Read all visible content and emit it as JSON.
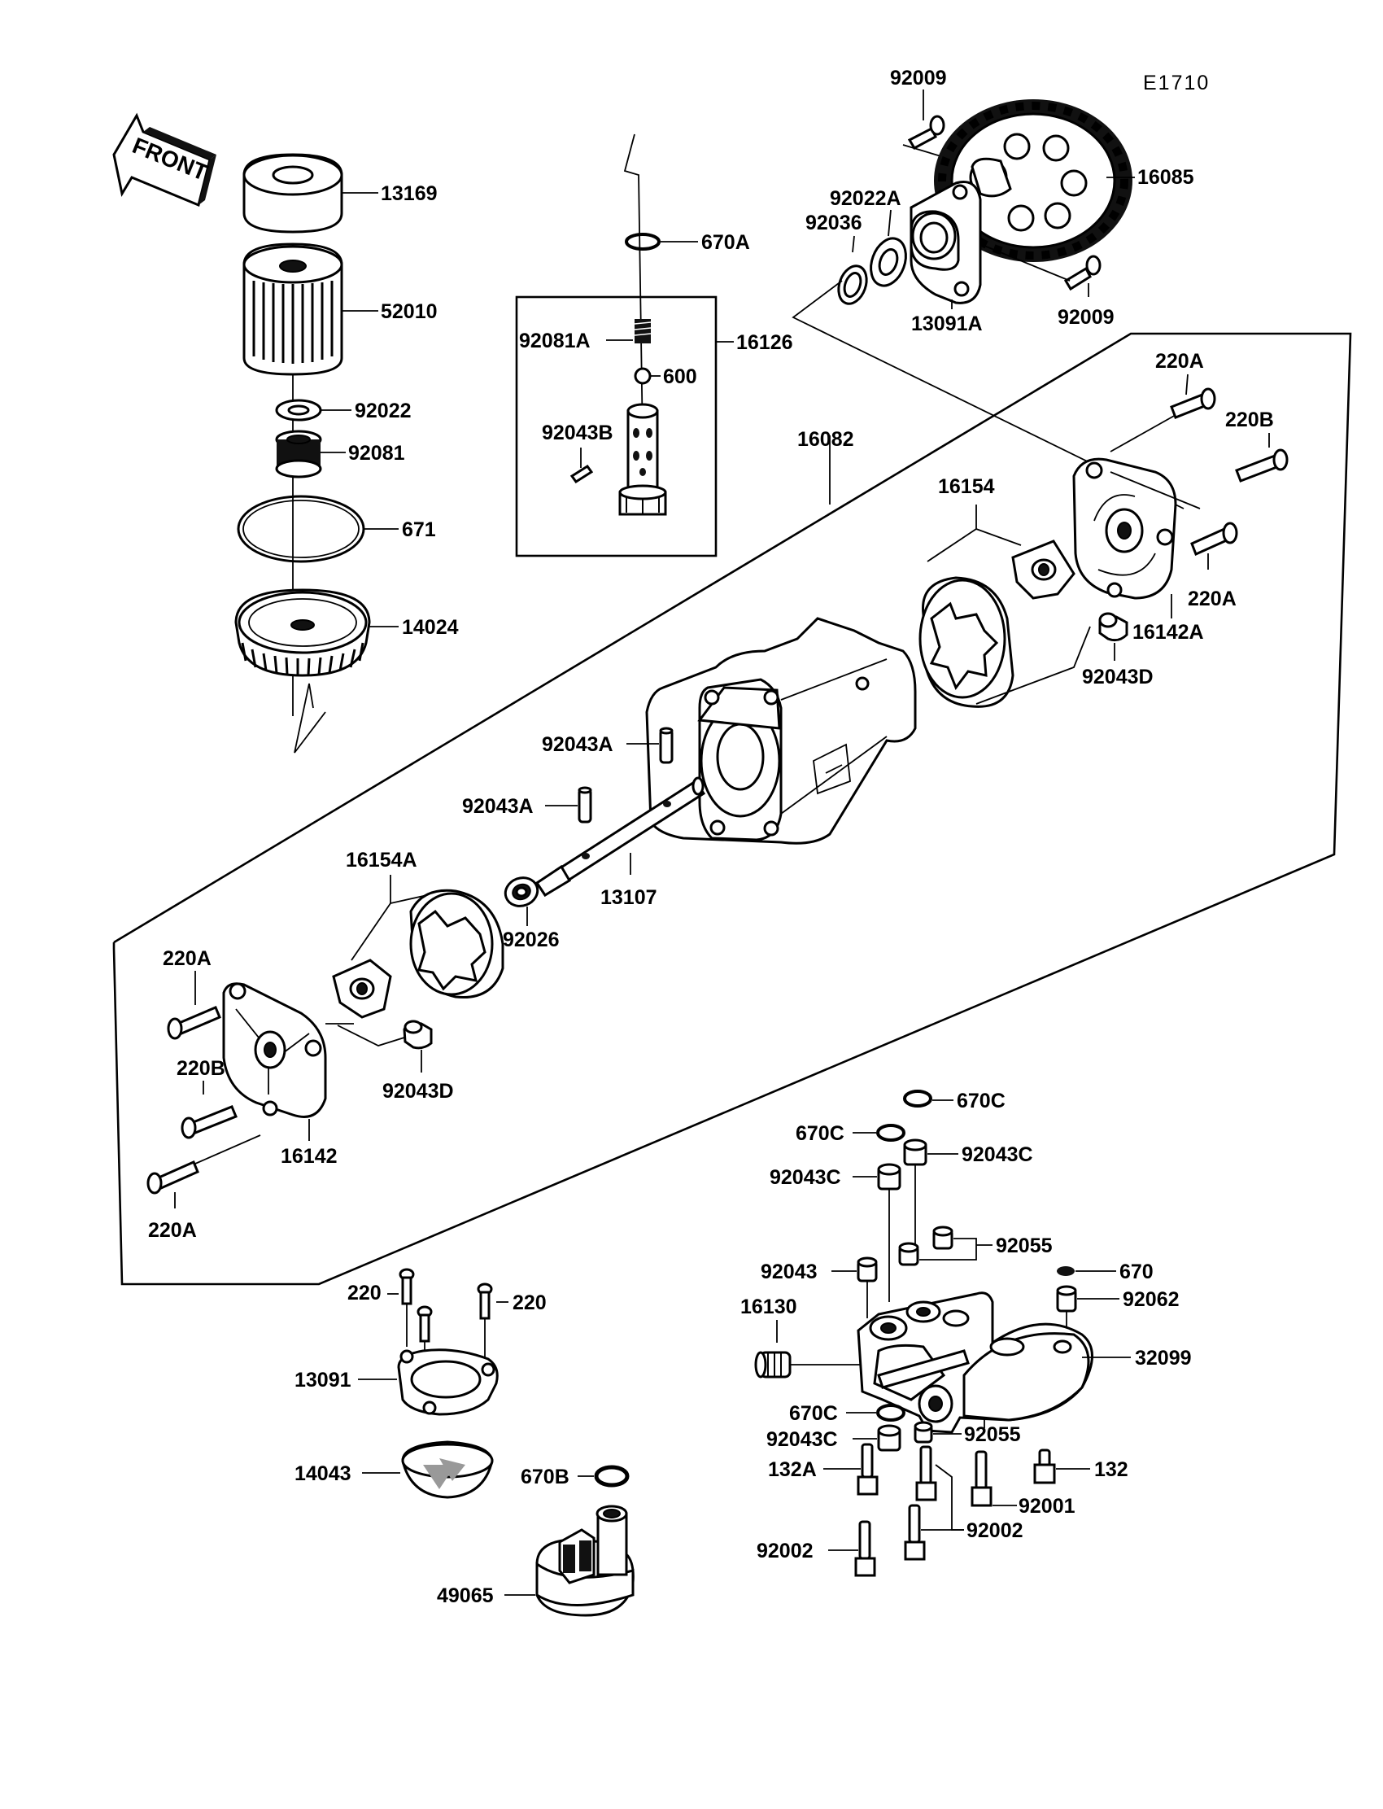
{
  "diagram_code": "E1710",
  "front_label": "FRONT",
  "labels": {
    "l92009_top": "92009",
    "l16085": "16085",
    "l92022A": "92022A",
    "l92036": "92036",
    "l13091A": "13091A",
    "l92009_bot": "92009",
    "l13169": "13169",
    "l52010": "52010",
    "l92022": "92022",
    "l92081": "92081",
    "l671": "671",
    "l14024": "14024",
    "l670A": "670A",
    "l92081A": "92081A",
    "l16126": "16126",
    "l600": "600",
    "l92043B": "92043B",
    "l16082": "16082",
    "l220A_tr": "220A",
    "l220B_tr": "220B",
    "l16154": "16154",
    "l220A_r": "220A",
    "l16142A": "16142A",
    "l92043D_r": "92043D",
    "l92043A_1": "92043A",
    "l92043A_2": "92043A",
    "l13107": "13107",
    "l16154A": "16154A",
    "l92026": "92026",
    "l220A_l": "220A",
    "l220B_l": "220B",
    "l92043D_l": "92043D",
    "l16142": "16142",
    "l220A_bl": "220A",
    "l670C_1": "670C",
    "l670C_2": "670C",
    "l92043C_1": "92043C",
    "l92043C_2": "92043C",
    "l92055_1": "92055",
    "l92043": "92043",
    "l670": "670",
    "l92062": "92062",
    "l16130": "16130",
    "l32099": "32099",
    "l670C_3": "670C",
    "l92043C_3": "92043C",
    "l92055_2": "92055",
    "l132A": "132A",
    "l132": "132",
    "l92001": "92001",
    "l92002_1": "92002",
    "l92002_2": "92002",
    "l220_1": "220",
    "l220_2": "220",
    "l13091": "13091",
    "l14043": "14043",
    "l670B": "670B",
    "l49065": "49065"
  }
}
